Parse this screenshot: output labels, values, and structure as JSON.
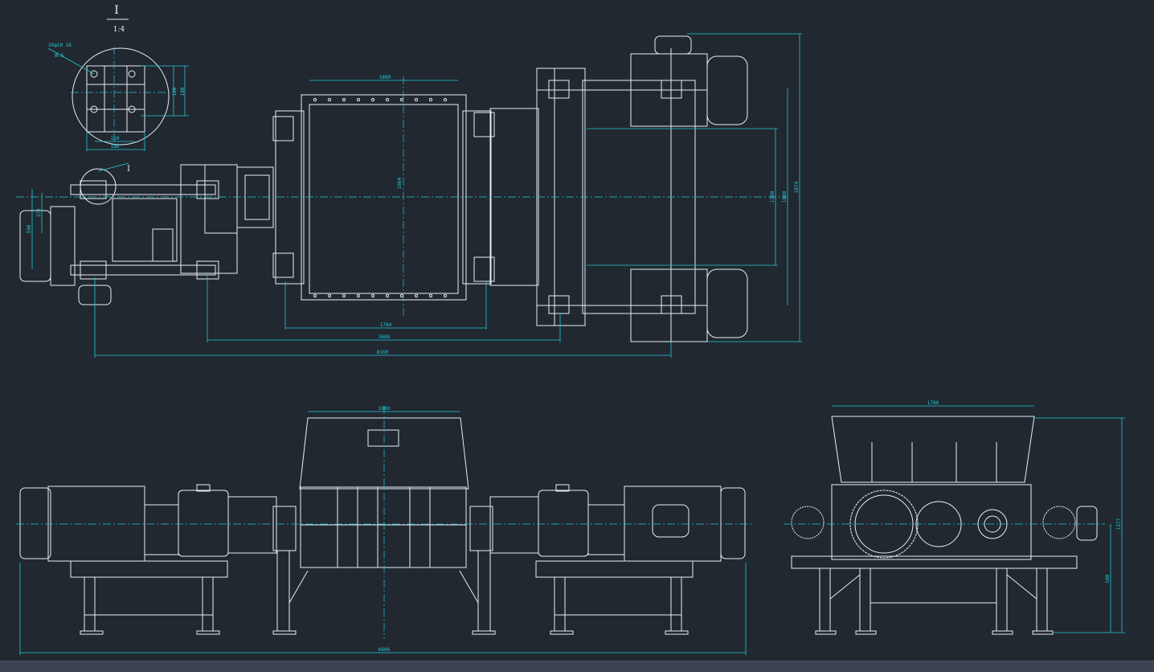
{
  "detail": {
    "mark": "I",
    "scale": "1:4",
    "hole_callout_1": "3Xφ10 16",
    "hole_callout_2": "Ⅲ.5",
    "dim_h1": "180",
    "dim_h2": "180",
    "dim_w1": "150",
    "dim_w2": "180"
  },
  "leader_mark": "I",
  "top_view": {
    "dim_top": "1880",
    "dim_center": "1664",
    "dim_bottom_1": "1784",
    "dim_bottom_2": "3680",
    "dim_bottom_3": "8160",
    "dim_right_1": "1200",
    "dim_right_2": "1880",
    "dim_right_3": "2874",
    "dim_left_1": "370",
    "dim_left_2": "590"
  },
  "front_view": {
    "dim_top": "1880",
    "dim_total": "6606"
  },
  "side_view": {
    "dim_top": "1780",
    "dim_height": "1577",
    "dim_base": "580"
  },
  "colors": {
    "background": "#212830",
    "line": "#e8eef4",
    "dimension": "#22c9d8"
  }
}
